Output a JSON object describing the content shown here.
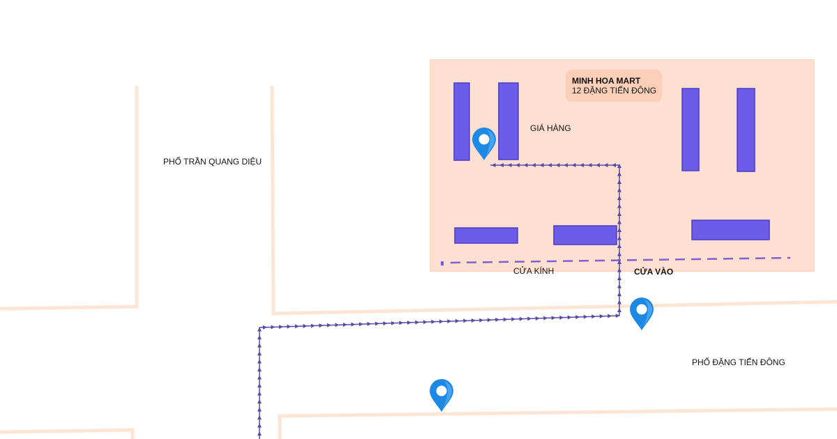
{
  "store": {
    "name": "MINH HOA MART",
    "address": "12 ĐẶNG TIẾN ĐÔNG"
  },
  "labels": {
    "shelves": "GIÁ HÀNG",
    "glass_door": "CỬA KÍNH",
    "entrance": "CỬA VÀO",
    "street_west": "PHỐ TRẦN QUANG DIỆU",
    "street_south": "PHỐ ĐẶNG TIẾN ĐÔNG"
  },
  "colors": {
    "road": "#fde5d6",
    "store_floor": "#fee0d2",
    "shelf": "#6c5ce7",
    "shelf_border": "#4b3cc4",
    "route": "#5a4aa8",
    "pin": "#1e88e5"
  }
}
